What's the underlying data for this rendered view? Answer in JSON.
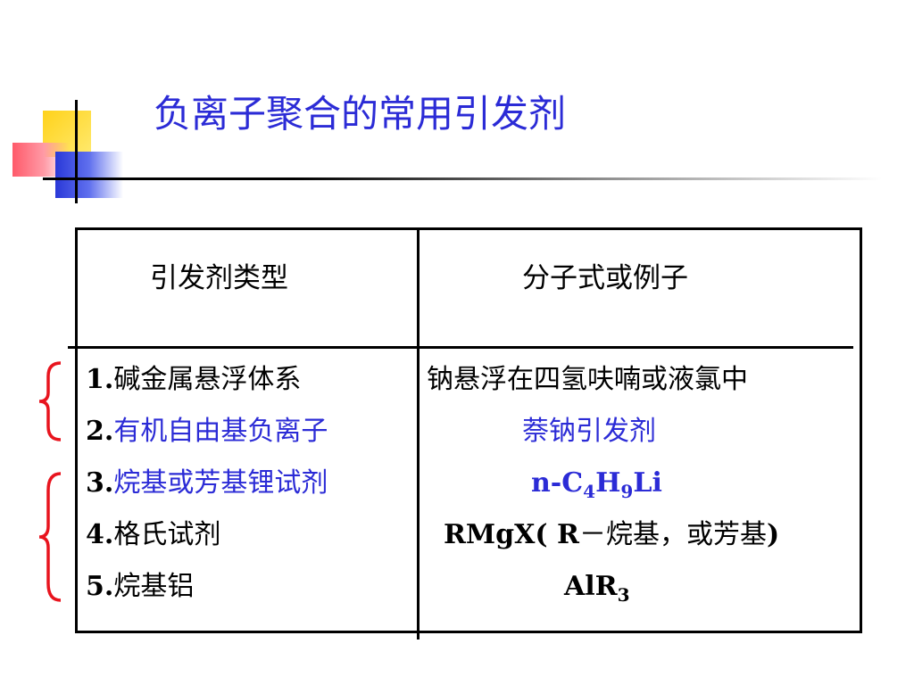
{
  "slide": {
    "title": "负离子聚合的常用引发剂"
  },
  "table": {
    "headers": [
      "引发剂类型",
      "分子式或例子"
    ],
    "rows": [
      {
        "num": "1.",
        "type": "碱金属悬浮体系",
        "example": "钠悬浮在四氢呋喃或液氯中"
      },
      {
        "num": "2.",
        "type": "有机自由基负离子",
        "example": "萘钠引发剂"
      },
      {
        "num": "3.",
        "type": "烷基或芳基锂试剂",
        "example_parts": [
          "n-C",
          "4",
          "H",
          "9",
          "Li"
        ]
      },
      {
        "num": "4.",
        "type": "格氏试剂",
        "example_parts": [
          "RMgX( R",
          "－烷基，或芳基",
          ")"
        ]
      },
      {
        "num": "5.",
        "type": "烷基铝",
        "example_parts": [
          "AlR",
          "3"
        ]
      }
    ]
  },
  "colors": {
    "title_blue": "#2b2bd6",
    "highlight_blue": "#2b2bd6",
    "brace_red": "#e8141e"
  },
  "icons": [
    "brace-icon"
  ]
}
